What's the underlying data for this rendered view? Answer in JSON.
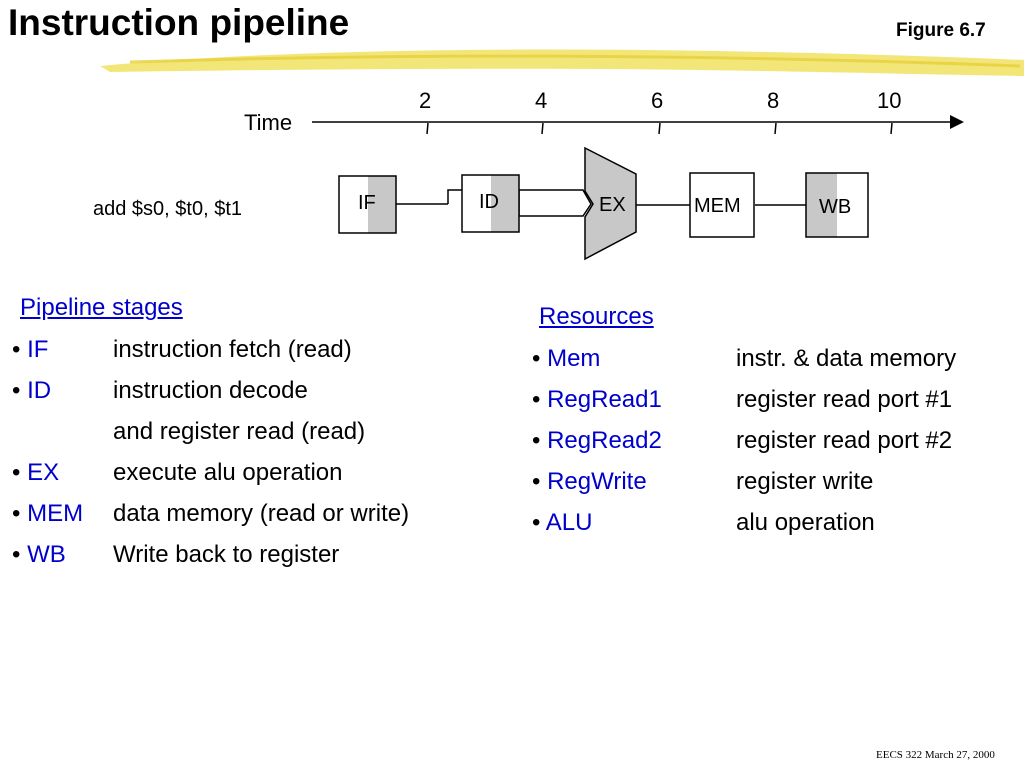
{
  "title": "Instruction pipeline",
  "figure_label": "Figure 6.7",
  "footer": "EECS 322 March 27, 2000",
  "colors": {
    "accent_blue": "#0000cc",
    "stage_shade": "#c8c8c8",
    "banner_yellow": "#f2e36a"
  },
  "diagram": {
    "time_label": "Time",
    "ticks": [
      "2",
      "4",
      "6",
      "8",
      "10"
    ],
    "instruction": "add $s0, $t0, $t1",
    "stages": [
      "IF",
      "ID",
      "EX",
      "MEM",
      "WB"
    ]
  },
  "pipeline_stages": {
    "heading": "Pipeline stages",
    "items": [
      {
        "term": "IF",
        "desc": "instruction fetch (read)"
      },
      {
        "term": "ID",
        "desc": "instruction decode"
      },
      {
        "term": "",
        "desc": "and register read (read)"
      },
      {
        "term": "EX",
        "desc": "execute alu operation"
      },
      {
        "term": "MEM",
        "desc": "data memory (read or write)"
      },
      {
        "term": "WB",
        "desc": "Write back to register"
      }
    ]
  },
  "resources": {
    "heading": "Resources",
    "items": [
      {
        "term": "Mem",
        "desc": "instr. & data memory"
      },
      {
        "term": "RegRead1",
        "desc": "register read port #1"
      },
      {
        "term": "RegRead2",
        "desc": "register read port #2"
      },
      {
        "term": "RegWrite",
        "desc": "register write"
      },
      {
        "term": "ALU",
        "desc": "alu operation"
      }
    ]
  }
}
